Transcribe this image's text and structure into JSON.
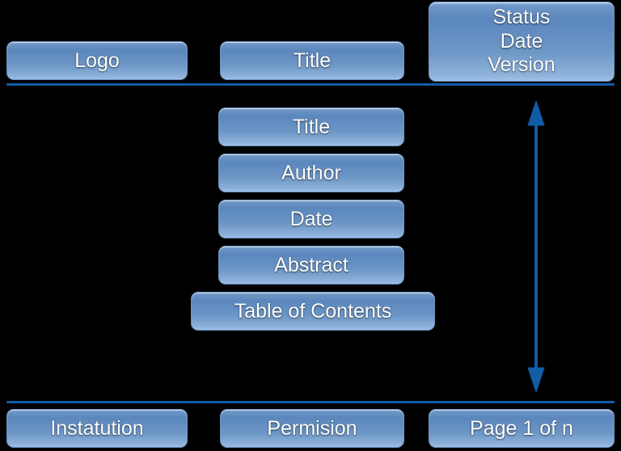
{
  "meta": {
    "background_color": "#000000",
    "box_fill_top": "#5b87bd",
    "box_fill_bottom": "#9dc0e6",
    "box_border_color": "#6f93c2",
    "text_color": "#ffffff",
    "accent_color": "#115ca5"
  },
  "header": {
    "logo": {
      "label": "Logo"
    },
    "title": {
      "label": "Title"
    },
    "status": {
      "lines": [
        "Status",
        "Date",
        "Version"
      ],
      "line_1": "Status",
      "line_2": "Date",
      "line_3": "Version"
    }
  },
  "body": {
    "items": [
      {
        "label": "Title"
      },
      {
        "label": "Author"
      },
      {
        "label": "Date"
      },
      {
        "label": "Abstract"
      },
      {
        "label": "Table of Contents"
      }
    ]
  },
  "footer": {
    "institution": {
      "label": "Instatution"
    },
    "permission": {
      "label": "Permision"
    },
    "page": {
      "label": "Page 1 of n"
    }
  },
  "annotations": {
    "vertical_extent_arrow": {
      "type": "double-headed-arrow",
      "orientation": "vertical",
      "color": "#115ca5"
    }
  }
}
